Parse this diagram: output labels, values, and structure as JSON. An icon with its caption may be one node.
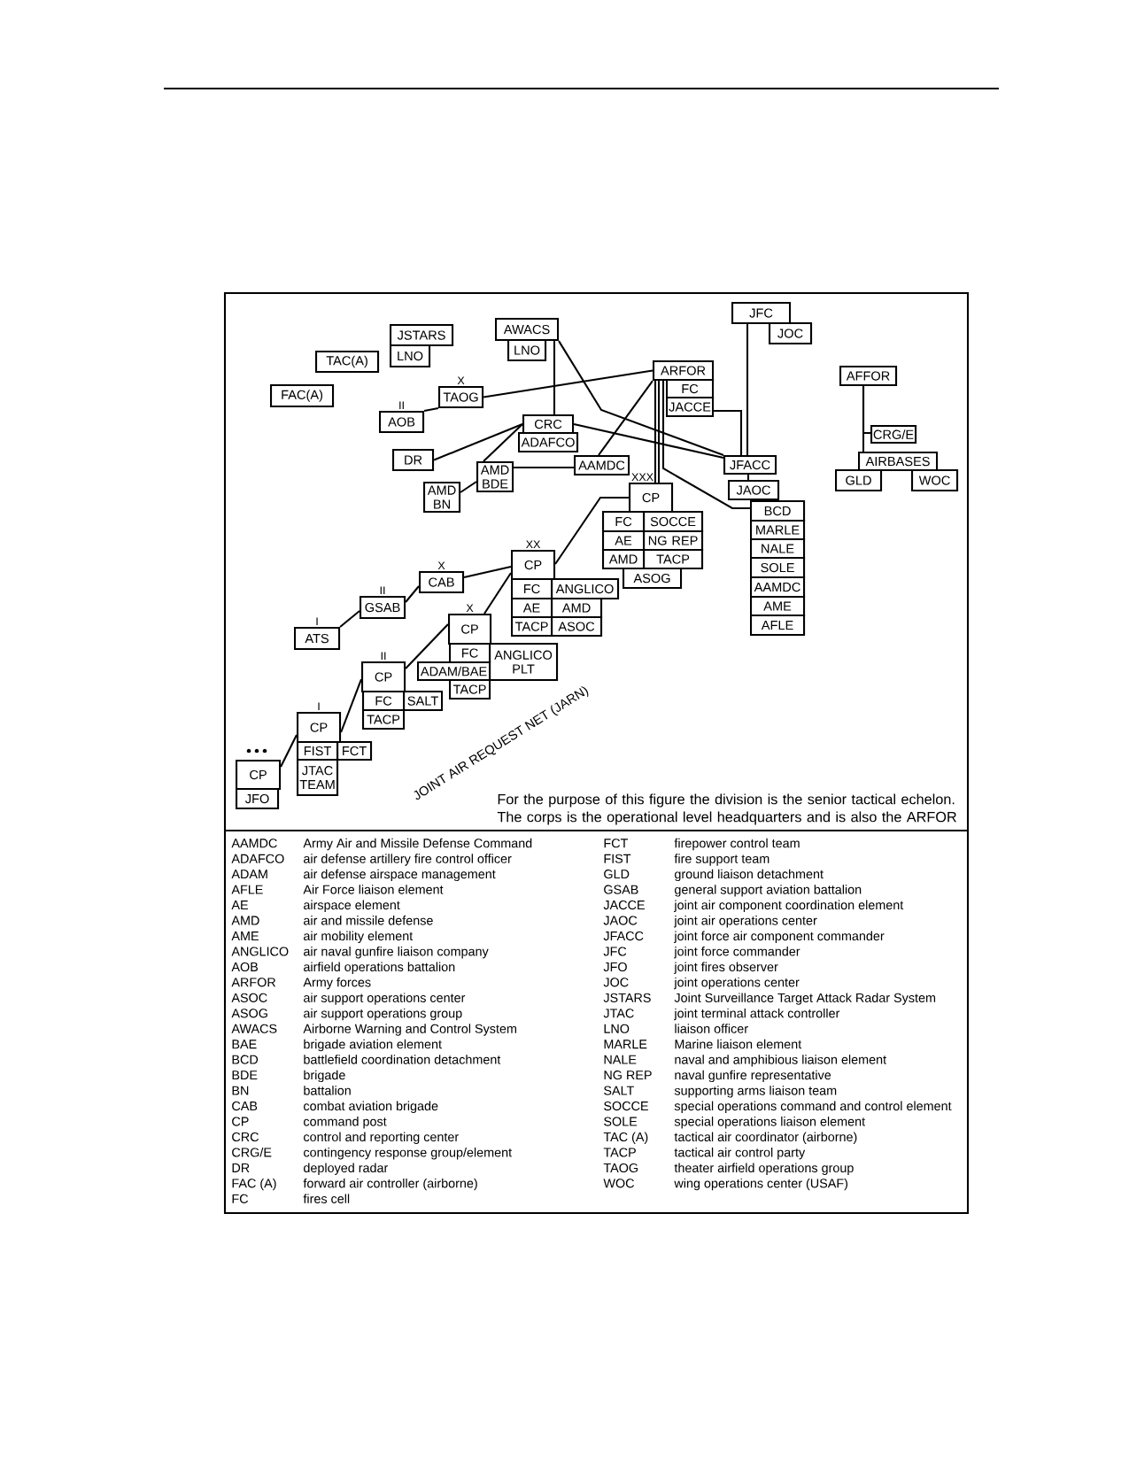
{
  "diagram": {
    "nodes": [
      {
        "text": [
          "JSTARS"
        ]
      },
      {
        "text": [
          "LNO"
        ]
      },
      {
        "text": [
          "TAC(A)"
        ]
      },
      {
        "text": [
          "FAC(A)"
        ]
      },
      {
        "text": [
          "AWACS"
        ]
      },
      {
        "text": [
          "LNO"
        ]
      },
      {
        "text": [
          "TAOG"
        ],
        "beside": [
          "X"
        ]
      },
      {
        "text": [
          "AOB"
        ],
        "beside": [
          "II"
        ]
      },
      {
        "text": [
          "CRC"
        ]
      },
      {
        "text": [
          "ADAFCO"
        ]
      },
      {
        "text": [
          "DR"
        ]
      },
      {
        "text": [
          "AMD BDE"
        ]
      },
      {
        "text": [
          "AMD BN"
        ]
      },
      {
        "text": [
          "AAMDC"
        ]
      },
      {
        "text": [
          "JFC"
        ]
      },
      {
        "text": [
          "JOC"
        ]
      },
      {
        "text": [
          "ARFOR"
        ]
      },
      {
        "text": [
          "FC"
        ]
      },
      {
        "text": [
          "JACCE"
        ]
      },
      {
        "text": [
          "JFACC"
        ]
      },
      {
        "text": [
          "JAOC"
        ]
      },
      {
        "text": [
          "BCD"
        ]
      },
      {
        "text": [
          "MARLE"
        ]
      },
      {
        "text": [
          "NALE"
        ]
      },
      {
        "text": [
          "SOLE"
        ]
      },
      {
        "text": [
          "AAMDC"
        ]
      },
      {
        "text": [
          "AME"
        ]
      },
      {
        "text": [
          "AFLE"
        ]
      },
      {
        "text": [
          "AFFOR"
        ]
      },
      {
        "text": [
          "CRG/E"
        ]
      },
      {
        "text": [
          "AIRBASES"
        ]
      },
      {
        "text": [
          "GLD"
        ]
      },
      {
        "text": [
          "WOC"
        ]
      },
      {
        "text": [
          "CP"
        ],
        "beside": [
          "XXX"
        ]
      },
      {
        "text": [
          "FC"
        ]
      },
      {
        "text": [
          "SOCCE"
        ]
      },
      {
        "text": [
          "AE"
        ]
      },
      {
        "text": [
          "NG REP"
        ]
      },
      {
        "text": [
          "AMD"
        ]
      },
      {
        "text": [
          "TACP"
        ]
      },
      {
        "text": [
          "ASOG"
        ]
      },
      {
        "text": [
          "CP"
        ],
        "beside": [
          "XX"
        ]
      },
      {
        "text": [
          "FC"
        ]
      },
      {
        "text": [
          "ANGLICO"
        ]
      },
      {
        "text": [
          "AE"
        ]
      },
      {
        "text": [
          "AMD"
        ]
      },
      {
        "text": [
          "TACP"
        ]
      },
      {
        "text": [
          "ASOC"
        ]
      },
      {
        "text": [
          "CAB"
        ],
        "beside": [
          "X"
        ]
      },
      {
        "text": [
          "GSAB"
        ],
        "beside": [
          "II"
        ]
      },
      {
        "text": [
          "ATS"
        ],
        "beside": [
          "I"
        ]
      },
      {
        "text": [
          "CP"
        ],
        "beside": [
          "X"
        ]
      },
      {
        "text": [
          "FC"
        ]
      },
      {
        "text": [
          "ANGLICO PLT"
        ]
      },
      {
        "text": [
          "ADAM/BAE"
        ]
      },
      {
        "text": [
          "TACP"
        ]
      },
      {
        "text": [
          "CP"
        ],
        "beside": [
          "II"
        ]
      },
      {
        "text": [
          "FC"
        ]
      },
      {
        "text": [
          "SALT"
        ]
      },
      {
        "text": [
          "TACP"
        ]
      },
      {
        "text": [
          "CP"
        ],
        "beside": [
          "I"
        ]
      },
      {
        "text": [
          "FIST"
        ]
      },
      {
        "text": [
          "FCT"
        ]
      },
      {
        "text": [
          "JTAC TEAM"
        ]
      },
      {
        "text": [
          "CP"
        ]
      },
      {
        "text": [
          "JFO"
        ]
      }
    ],
    "edges": [
      {
        "from": 7,
        "to": 6,
        "arrow": "none"
      },
      {
        "from": 6,
        "to": 16,
        "arrow": "none"
      },
      {
        "from": 4,
        "to": 8,
        "arrow": "none"
      },
      {
        "from": 4,
        "to": 19,
        "arrow": "none"
      },
      {
        "from": 8,
        "to": 19,
        "arrow": "none"
      },
      {
        "from": 8,
        "to": 10,
        "arrow": "none"
      },
      {
        "from": 8,
        "to": 11,
        "arrow": "none"
      },
      {
        "from": 12,
        "to": 11,
        "arrow": "none"
      },
      {
        "from": 11,
        "to": 13,
        "arrow": "none"
      },
      {
        "from": 16,
        "to": 13,
        "arrow": "none"
      },
      {
        "from": 18,
        "to": 19,
        "arrow": "none"
      },
      {
        "from": 14,
        "to": 19,
        "arrow": "none"
      },
      {
        "from": 19,
        "to": 20,
        "arrow": "none"
      },
      {
        "from": 16,
        "to": 33,
        "arrow": "none"
      },
      {
        "from": 16,
        "to": 33,
        "arrow": "none"
      },
      {
        "from": 16,
        "to": 21,
        "arrow": "none"
      },
      {
        "from": 28,
        "to": 30,
        "arrow": "none"
      },
      {
        "from": 28,
        "to": 29,
        "arrow": "none"
      },
      {
        "from": 33,
        "to": 41,
        "arrow": "none"
      },
      {
        "from": 41,
        "to": 48,
        "arrow": "none"
      },
      {
        "from": 48,
        "to": 49,
        "arrow": "none"
      },
      {
        "from": 49,
        "to": 50,
        "arrow": "none"
      },
      {
        "from": 41,
        "to": 51,
        "arrow": "none"
      },
      {
        "from": 51,
        "to": 56,
        "arrow": "none"
      },
      {
        "from": 56,
        "to": 60,
        "arrow": "none"
      },
      {
        "from": 60,
        "to": 64,
        "arrow": "none"
      }
    ],
    "labels": [
      "JOINT AIR REQUEST NET (JARN)",
      "For the purpose of this figure the division is the senior tactical echelon. The corps is the operational level headquarters and is also the ARFOR",
      "AAMDC",
      "Army Air and Missile Defense Command",
      "FCT",
      "firepower control team",
      "ADAFCO",
      "air defense artillery fire control officer",
      "FIST",
      "fire support team",
      "ADAM",
      "air defense airspace management",
      "GLD",
      "ground liaison detachment",
      "AFLE",
      "Air Force liaison element",
      "GSAB",
      "general support aviation battalion",
      "AE",
      "airspace element",
      "JACCE",
      "joint air component coordination element",
      "AMD",
      "air and missile defense",
      "JAOC",
      "joint air operations center",
      "AME",
      "air mobility element",
      "JFACC",
      "joint force air component commander",
      "ANGLICO",
      "air naval gunfire liaison company",
      "JFC",
      "joint force commander",
      "AOB",
      "airfield operations battalion",
      "JFO",
      "joint fires observer",
      "ARFOR",
      "Army forces",
      "JOC",
      "joint operations center",
      "ASOC",
      "air support operations center",
      "JSTARS",
      "Joint Surveillance Target Attack Radar System",
      "ASOG",
      "air support operations group",
      "JTAC",
      "joint terminal attack controller",
      "AWACS",
      "Airborne Warning and Control System",
      "LNO",
      "liaison officer",
      "BAE",
      "brigade aviation element",
      "MARLE",
      "Marine liaison element",
      "BCD",
      "battlefield coordination detachment",
      "NALE",
      "naval and amphibious liaison element",
      "BDE",
      "brigade",
      "NG REP",
      "naval gunfire representative",
      "BN",
      "battalion",
      "SALT",
      "supporting arms liaison team",
      "CAB",
      "combat aviation brigade",
      "SOCCE",
      "special operations command and control element",
      "CP",
      "command post",
      "SOLE",
      "special operations liaison element",
      "CRC",
      "control and reporting center",
      "TAC (A)",
      "tactical air coordinator (airborne)",
      "CRG/E",
      "contingency response group/element",
      "TACP",
      "tactical air control party",
      "DR",
      "deployed radar",
      "TAOG",
      "theater airfield operations group",
      "FAC (A)",
      "forward air controller (airborne)",
      "WOC",
      "wing operations center (USAF)",
      "FC",
      "fires cell"
    ]
  }
}
